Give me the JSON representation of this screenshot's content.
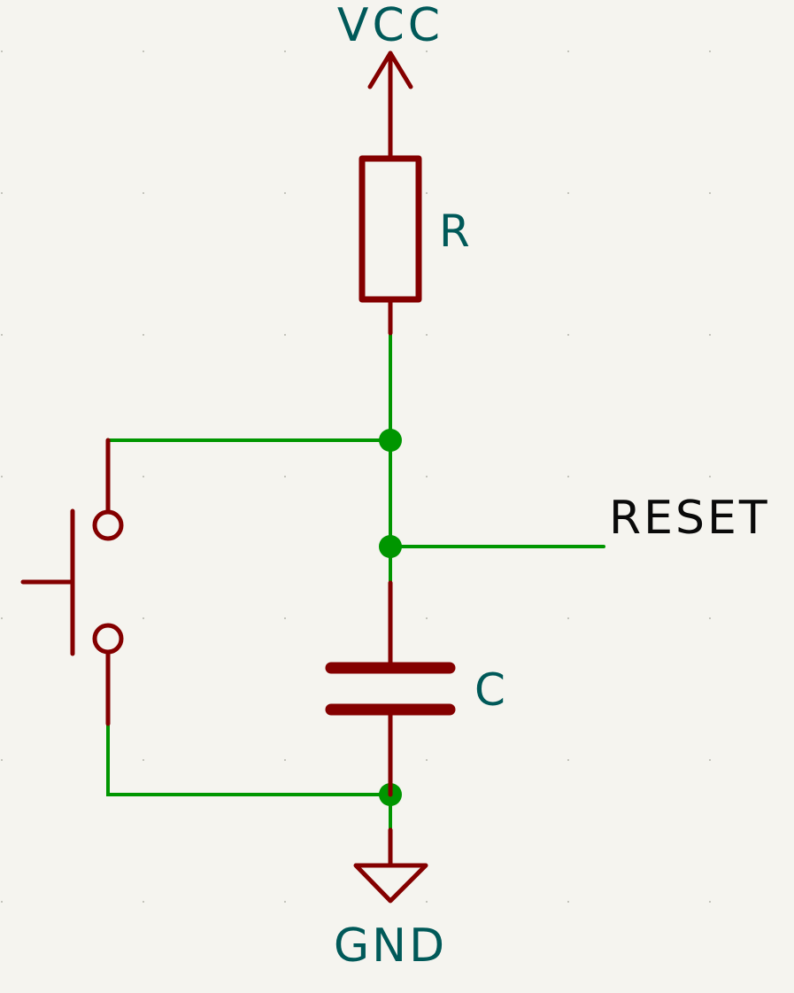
{
  "colors": {
    "background": "#f5f4ef",
    "component": "#840000",
    "wire": "#009600",
    "label_teal": "#005959",
    "label_black": "#0a0a0a",
    "grid_dot": "#c4c4bc"
  },
  "symbols": {
    "power_supply": {
      "label": "VCC",
      "icon": "power-arrow-up"
    },
    "resistor": {
      "label": "R",
      "icon": "resistor-rectangle"
    },
    "capacitor": {
      "label": "C",
      "icon": "capacitor-plates"
    },
    "ground": {
      "label": "GND",
      "icon": "ground-triangle"
    },
    "switch": {
      "icon": "pushbutton-switch"
    }
  },
  "net_label": {
    "text": "RESET"
  }
}
